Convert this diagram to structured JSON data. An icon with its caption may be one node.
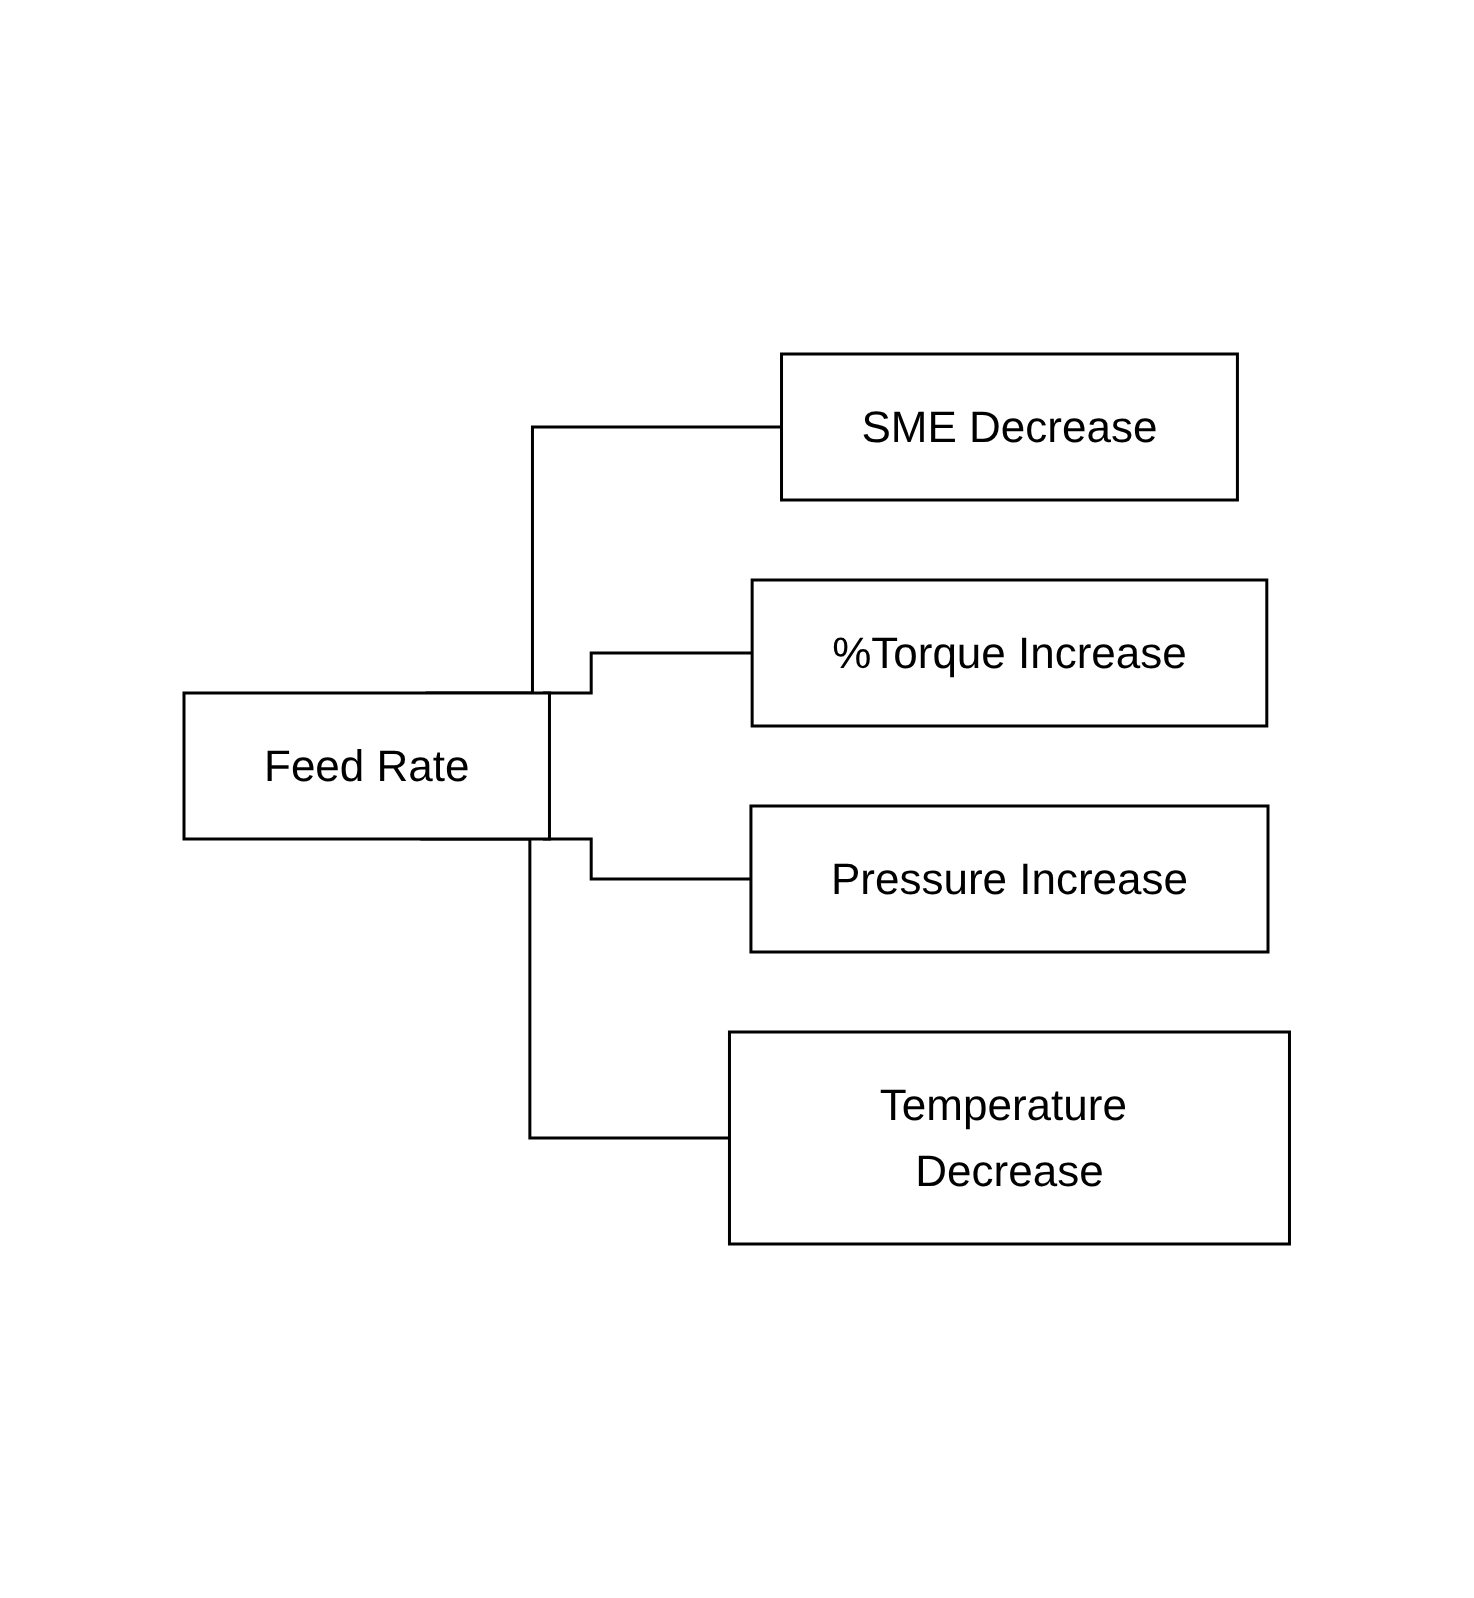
{
  "diagram": {
    "nodes": [
      {
        "text": [
          "Feed Rate"
        ]
      },
      {
        "text": [
          "SME Decrease"
        ]
      },
      {
        "text": [
          "%Torque Increase"
        ]
      },
      {
        "text": [
          "Pressure Increase"
        ]
      },
      {
        "text": [
          "Temperature Decrease"
        ]
      }
    ],
    "edges": [
      {
        "from": 0,
        "to": 1,
        "arrow": "none"
      },
      {
        "from": 0,
        "to": 2,
        "arrow": "none"
      },
      {
        "from": 0,
        "to": 3,
        "arrow": "none"
      },
      {
        "from": 0,
        "to": 4,
        "arrow": "none"
      }
    ]
  }
}
